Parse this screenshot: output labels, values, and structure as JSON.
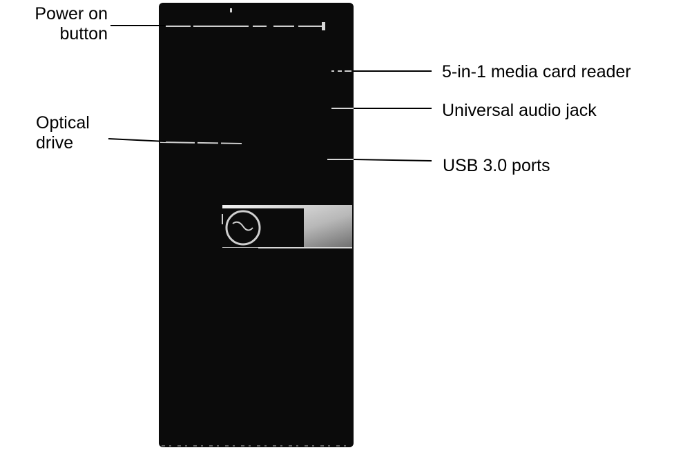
{
  "title": "",
  "labels": {
    "power": [
      "Power on",
      "button"
    ],
    "optical": [
      "Optical",
      "drive"
    ],
    "card_reader": "5-in-1 media card reader",
    "audio": "Universal audio jack",
    "usb": "USB 3.0 ports"
  },
  "colors": {
    "tower": "#0b0b0b",
    "bay": "#d9d9d9",
    "text": "#000000",
    "leader": "#000000"
  }
}
